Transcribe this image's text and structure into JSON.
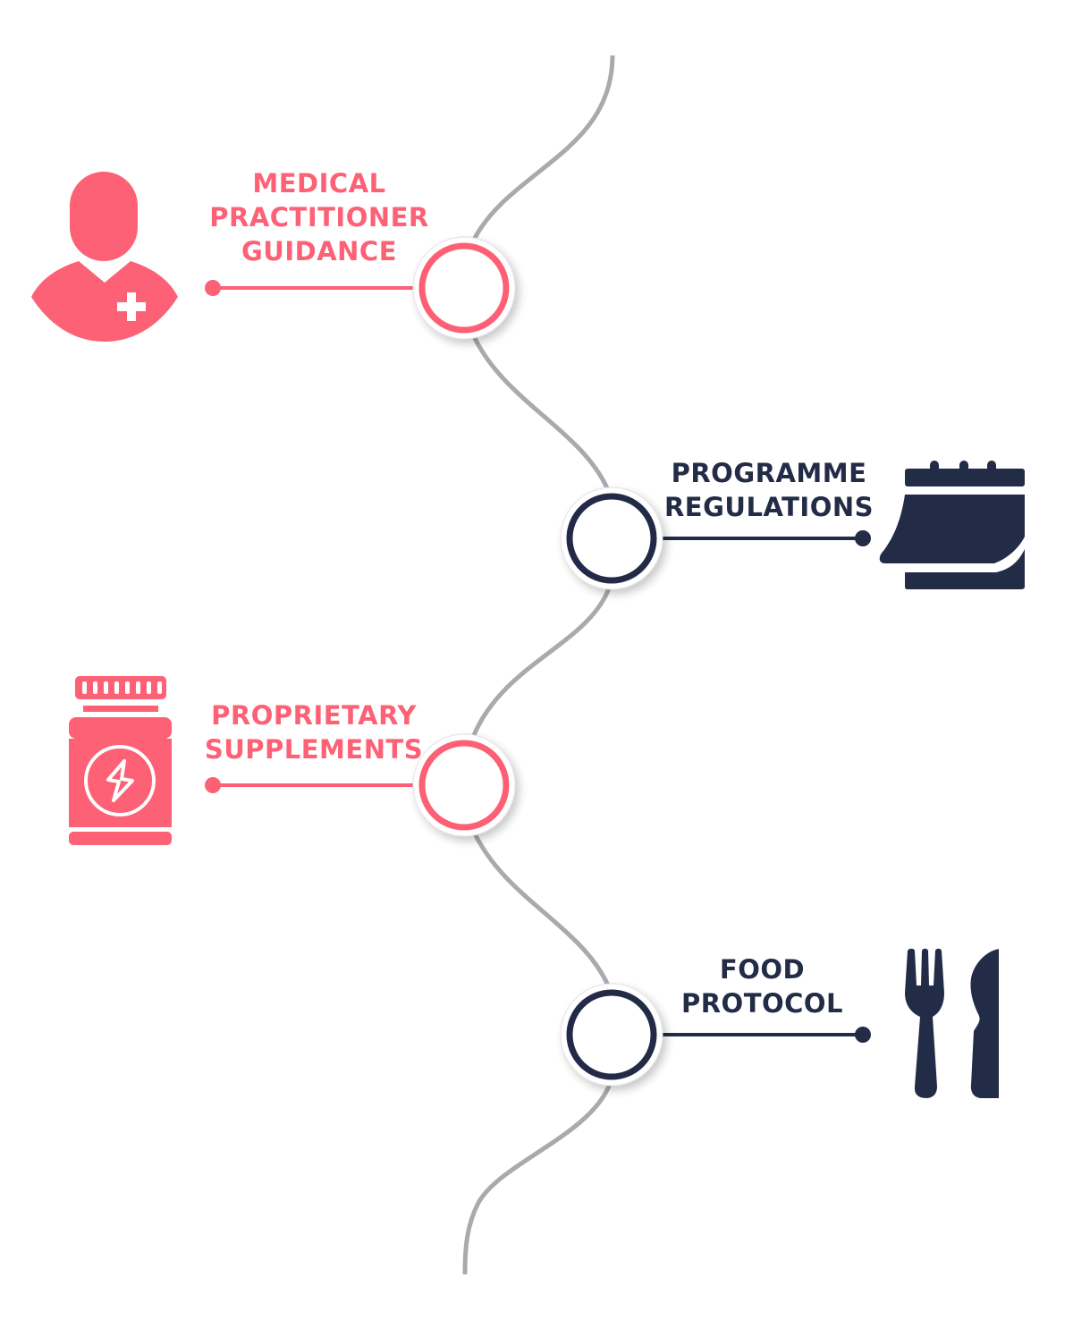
{
  "colors": {
    "accent_pink": "#fd6175",
    "accent_navy": "#232c47",
    "curve_gray": "#a9aaad",
    "background": "#ffffff"
  },
  "steps": [
    {
      "id": "medical",
      "side": "left",
      "color": "pink",
      "icon": "doctor-icon",
      "label_lines": [
        "MEDICAL",
        "PRACTITIONER",
        "GUIDANCE"
      ]
    },
    {
      "id": "programme",
      "side": "right",
      "color": "navy",
      "icon": "calendar-icon",
      "label_lines": [
        "PROGRAMME",
        "REGULATIONS"
      ]
    },
    {
      "id": "supplements",
      "side": "left",
      "color": "pink",
      "icon": "supplement-bottle-icon",
      "label_lines": [
        "PROPRIETARY",
        "SUPPLEMENTS"
      ]
    },
    {
      "id": "food",
      "side": "right",
      "color": "navy",
      "icon": "fork-knife-icon",
      "label_lines": [
        "FOOD",
        "PROTOCOL"
      ]
    }
  ]
}
